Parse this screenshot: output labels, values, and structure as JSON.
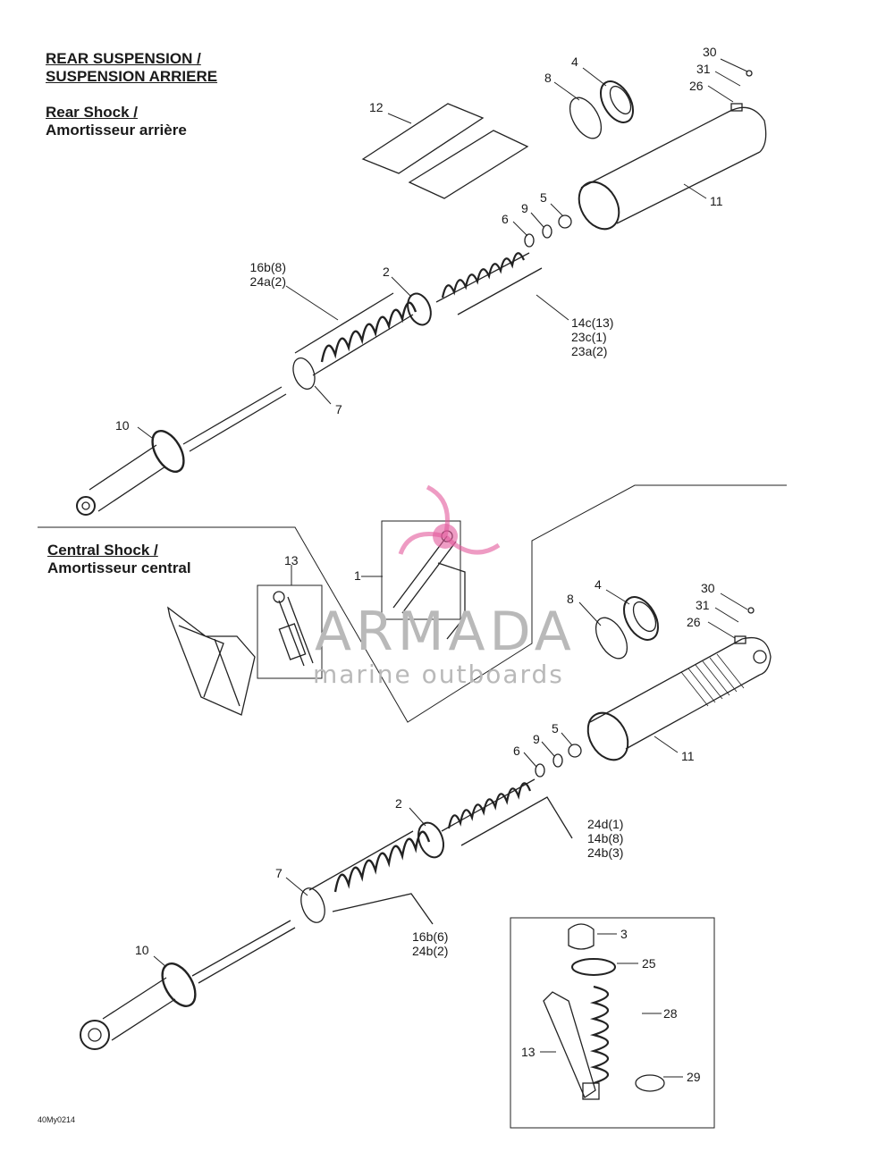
{
  "headings": {
    "section_1": "REAR SUSPENSION /",
    "section_2": "SUSPENSION ARRIERE",
    "rear_1": "Rear Shock /",
    "rear_2": "Amortisseur arrière",
    "central_1": "Central Shock /",
    "central_2": "Amortisseur central"
  },
  "callouts": {
    "top": {
      "c30": "30",
      "c31": "31",
      "c26": "26",
      "c4": "4",
      "c8": "8",
      "c12": "12",
      "c5": "5",
      "c9": "9",
      "c6": "6",
      "c11": "11",
      "c2": "2",
      "c16a": "16b(8)",
      "c16b": "24a(2)",
      "c14a": "14c(13)",
      "c14b": "23c(1)",
      "c14c": "23a(2)",
      "c7": "7",
      "c10": "10"
    },
    "bottom": {
      "c1": "1",
      "c13": "13",
      "c4": "4",
      "c30": "30",
      "c31": "31",
      "c8": "8",
      "c26": "26",
      "c5": "5",
      "c9": "9",
      "c11": "11",
      "c6": "6",
      "c2": "2",
      "c24a": "24d(1)",
      "c24b": "14b(8)",
      "c24c": "24b(3)",
      "c7": "7",
      "c16a": "16b(6)",
      "c16b": "24b(2)",
      "c10": "10"
    },
    "inset": {
      "c3": "3",
      "c25": "25",
      "c28": "28",
      "c13": "13",
      "c29": "29"
    }
  },
  "watermark": {
    "brand": "ARMADA",
    "tagline": "marine outboards",
    "color": "#e35a9c"
  },
  "drawing_code": "40My0214"
}
